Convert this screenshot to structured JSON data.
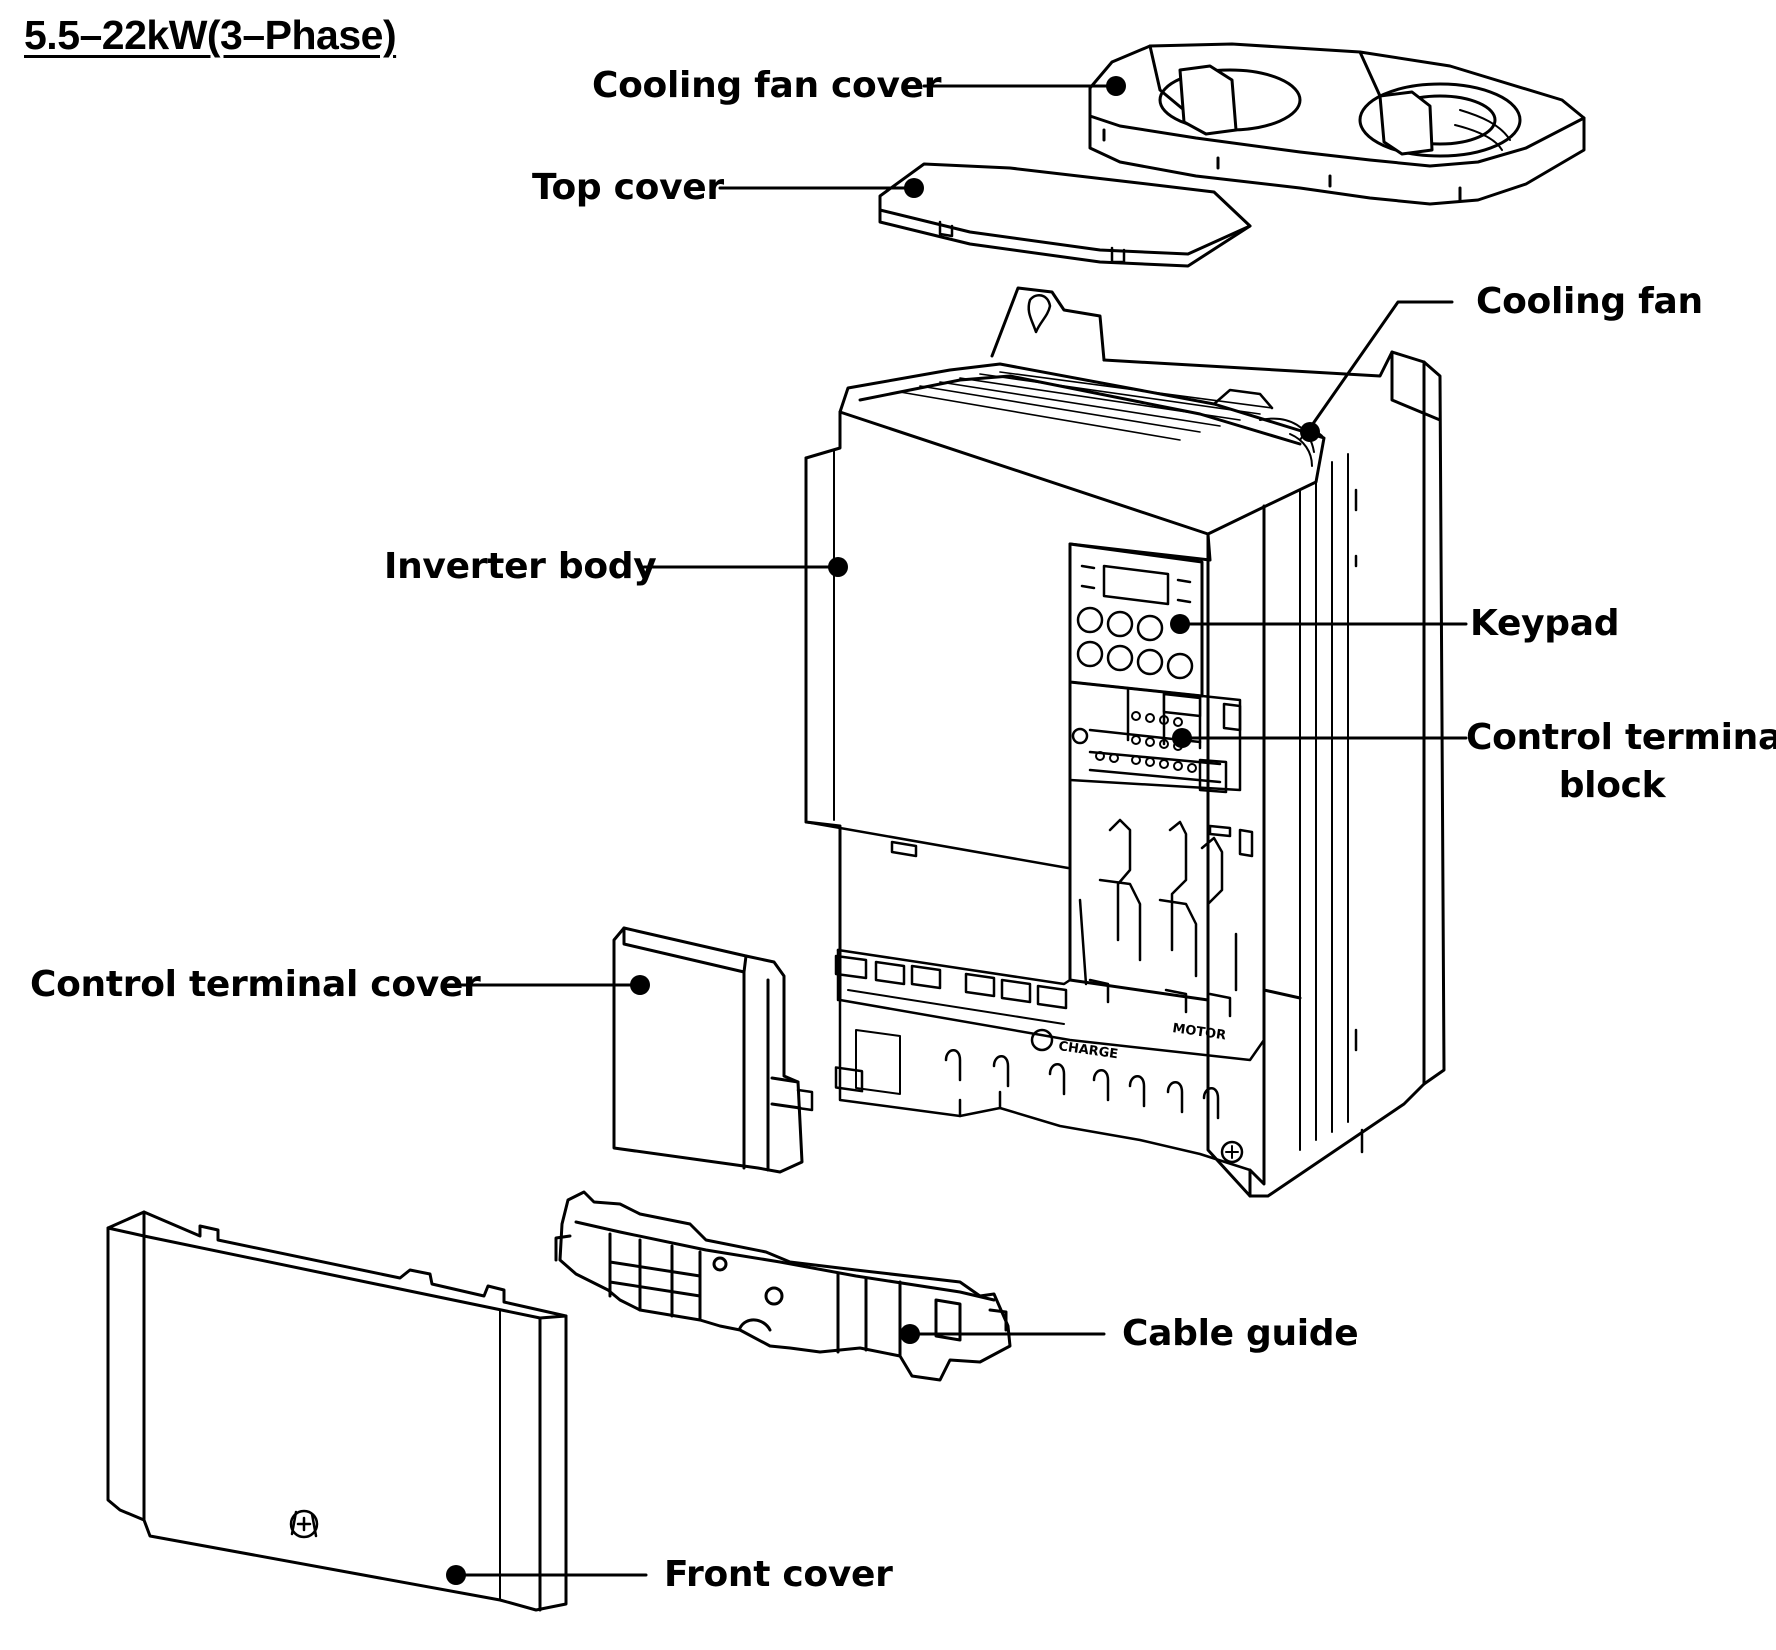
{
  "heading": "5.5–22kW(3–Phase)",
  "labels": {
    "cooling_fan_cover": "Cooling fan cover",
    "top_cover": "Top cover",
    "cooling_fan": "Cooling fan",
    "inverter_body": "Inverter body",
    "keypad": "Keypad",
    "control_terminal_block_line1": "Control terminal",
    "control_terminal_block_line2": "block",
    "control_terminal_cover": "Control terminal cover",
    "cable_guide": "Cable guide",
    "front_cover": "Front cover"
  },
  "markings": {
    "charge": "CHARGE",
    "motor": "MOTOR"
  }
}
